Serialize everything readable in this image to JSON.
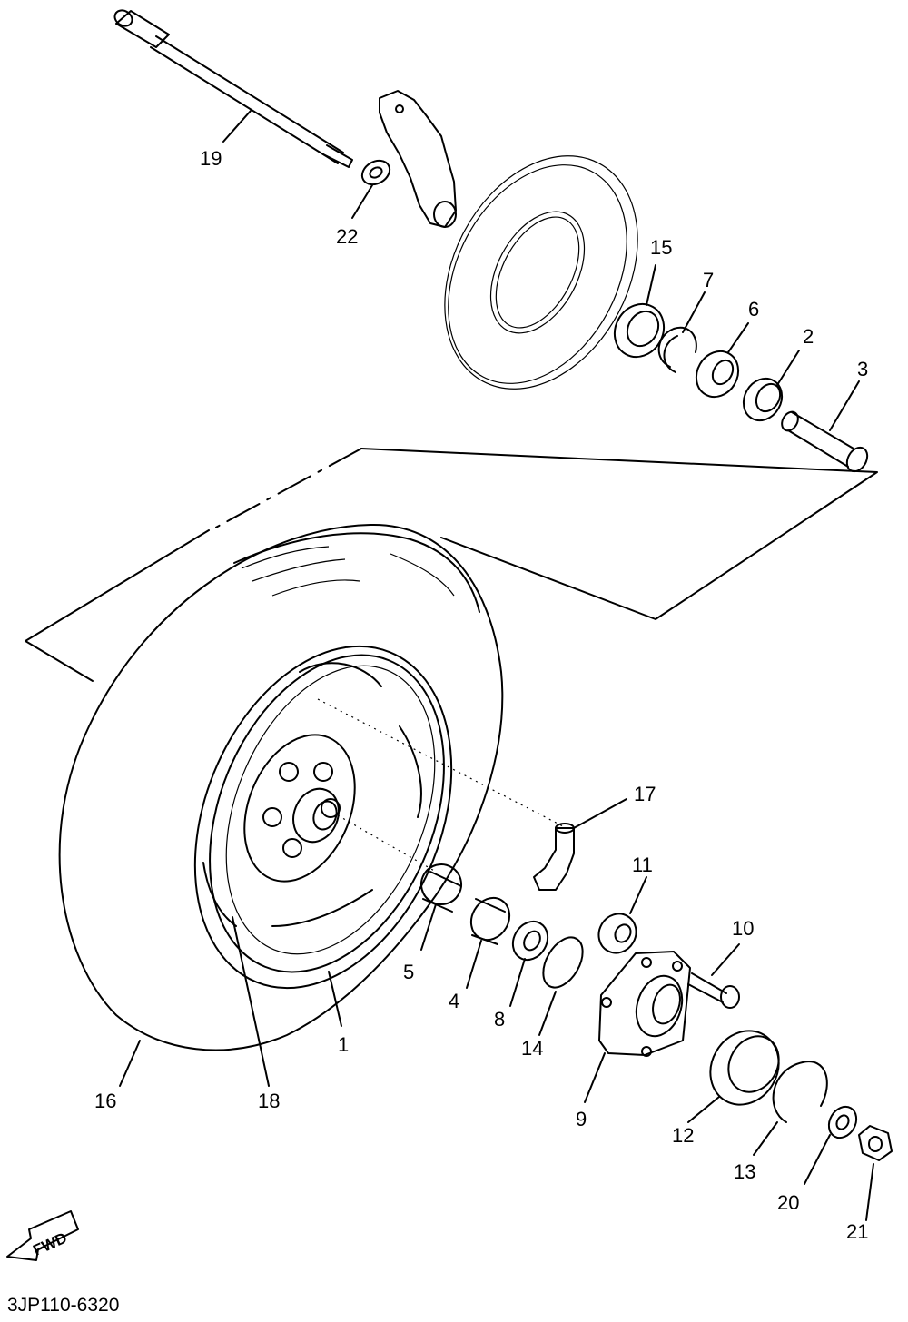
{
  "diagram": {
    "code": "3JP110-6320",
    "fwd_label": "FWD",
    "callouts": [
      {
        "id": "1",
        "label": "1"
      },
      {
        "id": "2",
        "label": "2"
      },
      {
        "id": "3",
        "label": "3"
      },
      {
        "id": "4",
        "label": "4"
      },
      {
        "id": "5",
        "label": "5"
      },
      {
        "id": "6",
        "label": "6"
      },
      {
        "id": "7",
        "label": "7"
      },
      {
        "id": "8",
        "label": "8"
      },
      {
        "id": "9",
        "label": "9"
      },
      {
        "id": "10",
        "label": "10"
      },
      {
        "id": "11",
        "label": "11"
      },
      {
        "id": "12",
        "label": "12"
      },
      {
        "id": "13",
        "label": "13"
      },
      {
        "id": "14",
        "label": "14"
      },
      {
        "id": "15",
        "label": "15"
      },
      {
        "id": "16",
        "label": "16"
      },
      {
        "id": "17",
        "label": "17"
      },
      {
        "id": "18",
        "label": "18"
      },
      {
        "id": "19",
        "label": "19"
      },
      {
        "id": "20",
        "label": "20"
      },
      {
        "id": "21",
        "label": "21"
      },
      {
        "id": "22",
        "label": "22"
      }
    ]
  }
}
